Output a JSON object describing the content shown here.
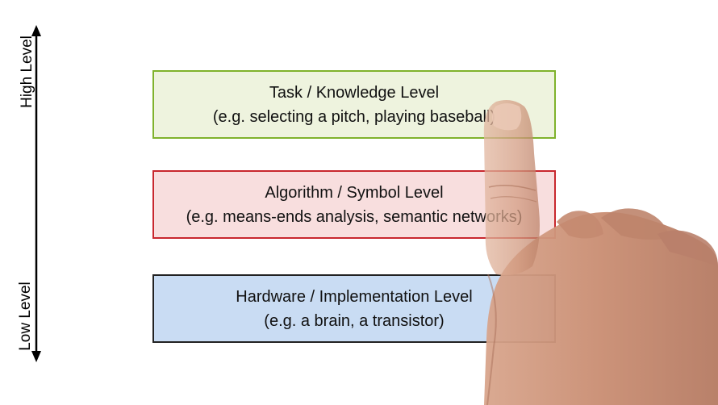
{
  "axis": {
    "high_label": "High Level",
    "low_label": "Low Level"
  },
  "levels": [
    {
      "title": "Task / Knowledge Level",
      "example": "(e.g. selecting a pitch, playing baseball)",
      "fill": "#eef3de",
      "border": "#7fb22c"
    },
    {
      "title": "Algorithm / Symbol Level",
      "example": "(e.g. means-ends analysis, semantic networks)",
      "fill": "#f8dede",
      "border": "#c8272e"
    },
    {
      "title": "Hardware / Implementation Level",
      "example": "(e.g. a brain, a transistor)",
      "fill": "#c9dcf3",
      "border": "#222222"
    }
  ]
}
